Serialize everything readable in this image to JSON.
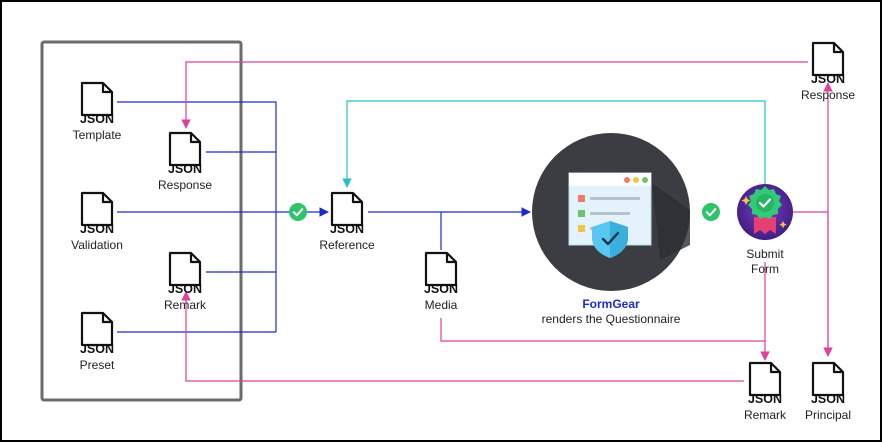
{
  "colors": {
    "blue": "#1c2bd0",
    "pink": "#e0409a",
    "cyan": "#2bbfc5",
    "check": "#2ec46a",
    "border": "#000000",
    "group_border": "#6b6b6b",
    "formgear_bg": "#3b3d42",
    "formgear_title": "#1c2bd0"
  },
  "file_icon": {
    "text": "JSON",
    "icon": "document-icon"
  },
  "nodes": {
    "template": {
      "label": "Template"
    },
    "response_in": {
      "label": "Response"
    },
    "validation": {
      "label": "Validation"
    },
    "remark_in": {
      "label": "Remark"
    },
    "preset": {
      "label": "Preset"
    },
    "reference": {
      "label": "Reference"
    },
    "media": {
      "label": "Media"
    },
    "response_out": {
      "label": "Response"
    },
    "remark_out": {
      "label": "Remark"
    },
    "principal": {
      "label": "Principal"
    }
  },
  "formgear": {
    "title": "FormGear",
    "subtitle": "renders the Questionnaire",
    "icon": "form-shield-icon"
  },
  "submit": {
    "line1": "Submit",
    "line2": "Form",
    "icon": "award-badge-icon"
  },
  "checks": {
    "icon": "check-circle-icon"
  }
}
